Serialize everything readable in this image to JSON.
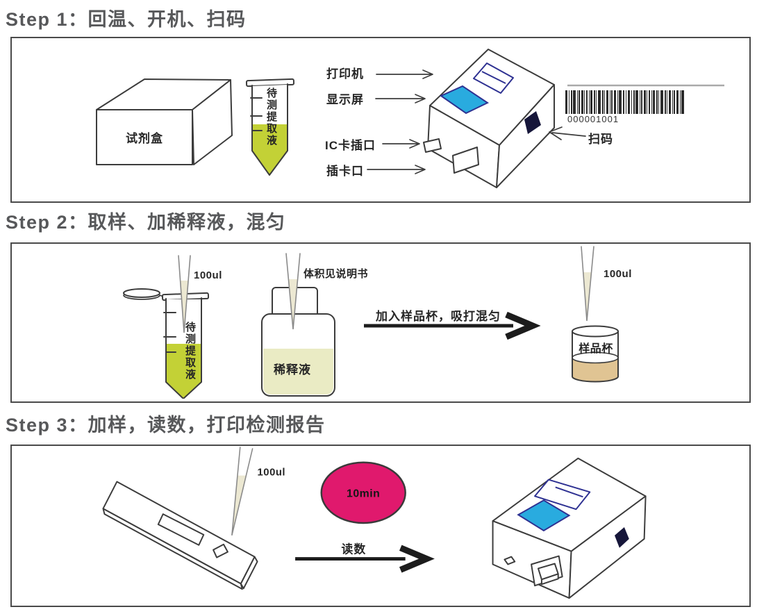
{
  "step1": {
    "title": "Step 1：回温、开机、扫码",
    "reagent_box_label": "试剂盒",
    "tube_label": "待测提取液",
    "labels": {
      "printer": "打印机",
      "display": "显示屏",
      "ic_slot": "IC卡插口",
      "card_slot": "插卡口",
      "scan": "扫码"
    },
    "barcode_number": "000001001"
  },
  "step2": {
    "title": "Step 2：取样、加稀释液，混匀",
    "pipette_volume": "100ul",
    "tube_label": "待测提取液",
    "diluent_pipette_note": "体积见说明书",
    "diluent_label": "稀释液",
    "arrow_label": "加入样品杯，吸打混匀",
    "sample_pipette_volume": "100ul",
    "cup_label": "样品杯"
  },
  "step3": {
    "title": "Step 3：加样，读数，打印检测报告",
    "pipette_volume": "100ul",
    "timer": "10min",
    "arrow_label": "读数"
  },
  "colors": {
    "screen_blue": "#29abdf",
    "extract_green": "#c3d136",
    "diluent_yellow": "#eaebc4",
    "sample_tan": "#e0c493",
    "timer_pink": "#e0196d",
    "outline": "#3c3c3c",
    "heading_gray": "#57585a"
  }
}
